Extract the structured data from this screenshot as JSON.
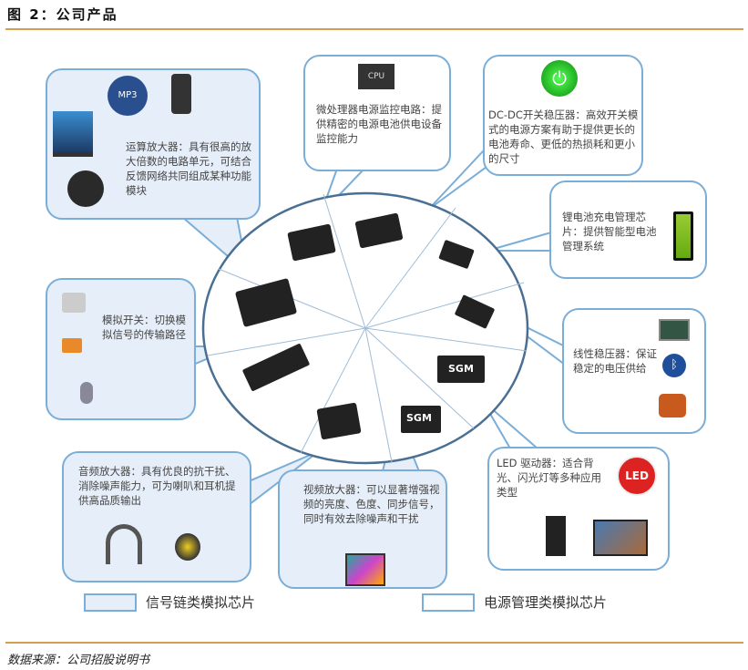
{
  "title": "图 2：公司产品",
  "source": "数据来源：公司招股说明书",
  "colors": {
    "rule": "#d4a050",
    "border": "#7aaed8",
    "signal_fill": "#e6eff9",
    "power_fill": "#ffffff"
  },
  "boxes": {
    "opamp": "运算放大器：具有很高的放大倍数的电路单元，可结合反馈网络共同组成某种功能模块",
    "mcu": "微处理器电源监控电路：提供精密的电源电池供电设备监控能力",
    "dcdc": "DC-DC开关稳压器：高效开关模式的电源方案有助于提供更长的电池寿命、更低的热损耗和更小的尺寸",
    "battery": "锂电池充电管理芯片：提供智能型电池管理系统",
    "linear": "线性稳压器：保证稳定的电压供给",
    "led": "LED 驱动器：适合背光、闪光灯等多种应用类型",
    "video": "视频放大器：可以显著增强视频的亮度、色度、同步信号，同时有效去除噪声和干扰",
    "audio": "音频放大器：具有优良的抗干扰、消除噪声能力，可为喇叭和耳机提供高品质输出",
    "switch": "模拟开关：切换模拟信号的传输路径"
  },
  "icon_labels": {
    "mp3": "MP3",
    "cpu": "CPU",
    "led": "LED",
    "sgm": "SGM"
  },
  "legend": [
    {
      "label": "信号链类模拟芯片",
      "type": "signal"
    },
    {
      "label": "电源管理类模拟芯片",
      "type": "power"
    }
  ]
}
